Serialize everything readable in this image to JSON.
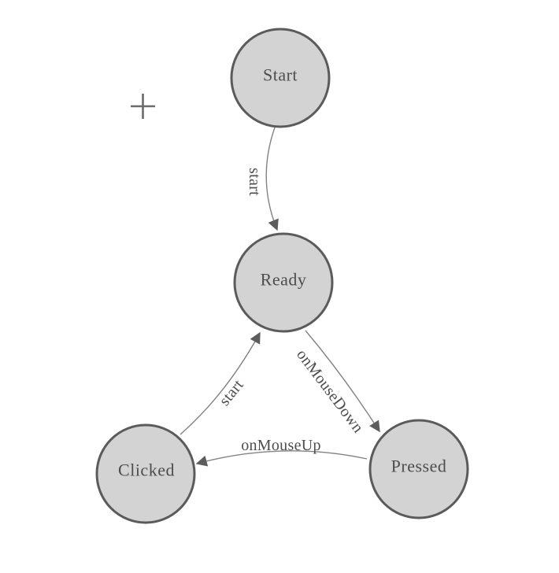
{
  "diagram": {
    "type": "finite-state-machine",
    "nodes": [
      {
        "id": "start",
        "label": "Start"
      },
      {
        "id": "ready",
        "label": "Ready"
      },
      {
        "id": "clicked",
        "label": "Clicked"
      },
      {
        "id": "pressed",
        "label": "Pressed"
      }
    ],
    "edges": [
      {
        "from": "Start",
        "to": "Ready",
        "label": "start"
      },
      {
        "from": "Clicked",
        "to": "Ready",
        "label": "start"
      },
      {
        "from": "Ready",
        "to": "Pressed",
        "label": "onMouseDown"
      },
      {
        "from": "Pressed",
        "to": "Clicked",
        "label": "onMouseUp"
      }
    ],
    "icons": {
      "crosshair_cursor": "+"
    },
    "colors": {
      "background": "#ffffff",
      "node_fill": "#d3d3d3",
      "node_stroke": "#5b5b5b",
      "edge_line": "#828282",
      "arrowhead": "#5d5d5d",
      "label_text": "#4d4d4d",
      "crosshair": "#6a6a6a"
    }
  }
}
